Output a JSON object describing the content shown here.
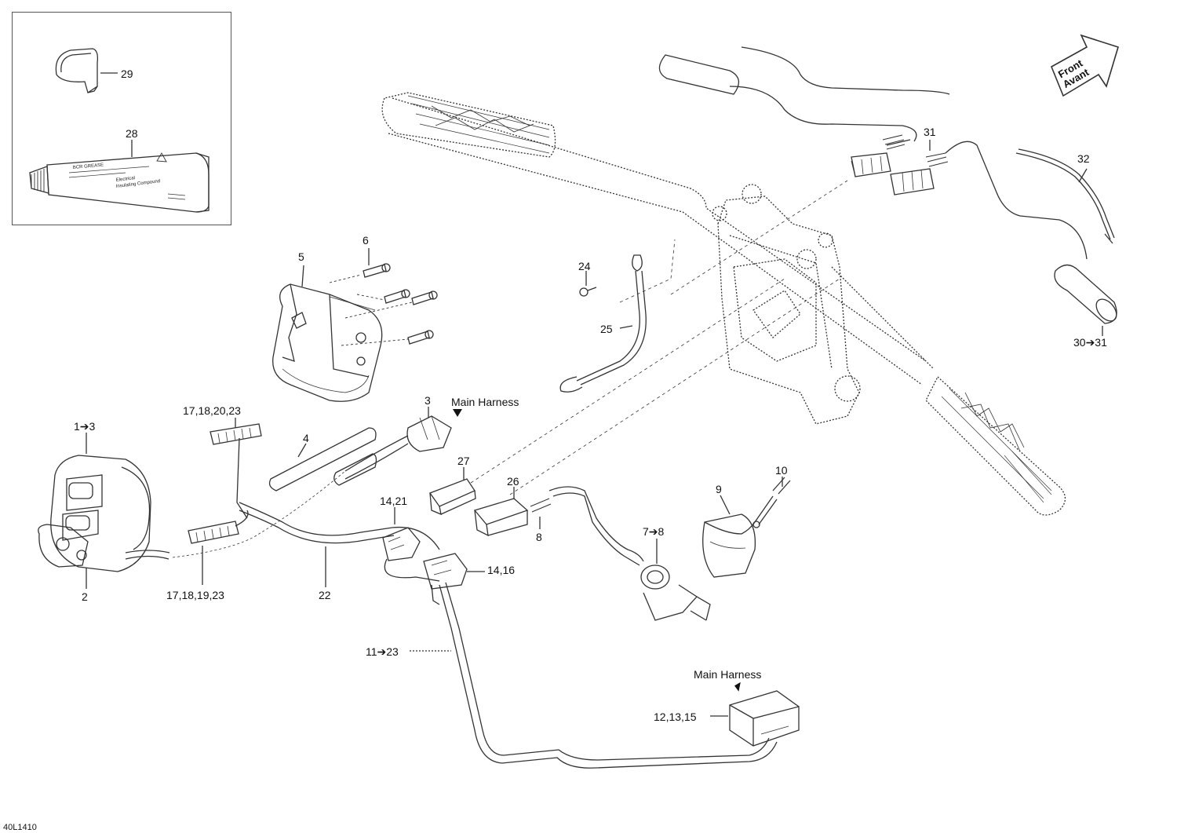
{
  "diagram": {
    "callouts": {
      "c29": "29",
      "c28": "28",
      "c6": "6",
      "c5": "5",
      "c24": "24",
      "c25": "25",
      "c31": "31",
      "c32": "32",
      "c30_31": "30➔31",
      "c3": "3",
      "c1_3": "1➔3",
      "c2": "2",
      "c17_18_20_23": "17,18,20,23",
      "c17_18_19_23": "17,18,19,23",
      "c4": "4",
      "c27": "27",
      "c26": "26",
      "c8": "8",
      "c14_21": "14,21",
      "c14_16": "14,16",
      "c22": "22",
      "c7_8": "7➔8",
      "c9": "9",
      "c10": "10",
      "c11_23": "11➔23",
      "c12_13_15": "12,13,15"
    },
    "main_harness_top": "Main Harness",
    "main_harness_bottom": "Main Harness",
    "front_line1": "Front",
    "front_line2": "Avant",
    "figure_code": "40L1410",
    "tube_brand": "BCR GREASE",
    "tube_line1": "Electrical",
    "tube_line2": "Insulating Compound"
  }
}
